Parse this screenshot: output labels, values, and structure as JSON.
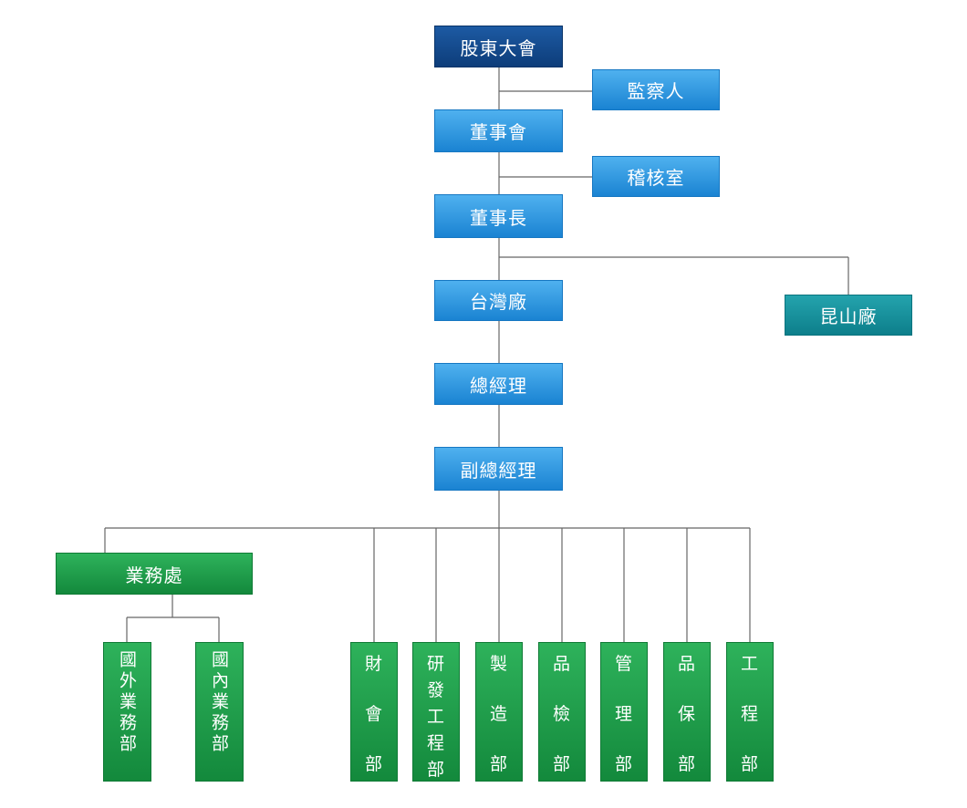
{
  "org": {
    "shareholders": "股東大會",
    "supervisor": "監察人",
    "board": "董事會",
    "audit": "稽核室",
    "chairman": "董事長",
    "taiwan_plant": "台灣廠",
    "kunshan_plant": "昆山廠",
    "gm": "總經理",
    "deputy_gm": "副總經理",
    "sales_division": "業務處",
    "foreign_sales": "國外業務部",
    "domestic_sales": "國內業務部",
    "departments": [
      {
        "chars": [
          "財",
          "會",
          "部"
        ]
      },
      {
        "chars": [
          "研",
          "發",
          "工",
          "程",
          "部"
        ]
      },
      {
        "chars": [
          "製",
          "造",
          "部"
        ]
      },
      {
        "chars": [
          "品",
          "檢",
          "部"
        ]
      },
      {
        "chars": [
          "管",
          "理",
          "部"
        ]
      },
      {
        "chars": [
          "品",
          "保",
          "部"
        ]
      },
      {
        "chars": [
          "工",
          "程",
          "部"
        ]
      }
    ]
  },
  "colors": {
    "navy": "#0d3d7a",
    "blue": "#1a83d2",
    "teal": "#0d7f8b",
    "green": "#13893c",
    "line": "#666666"
  }
}
